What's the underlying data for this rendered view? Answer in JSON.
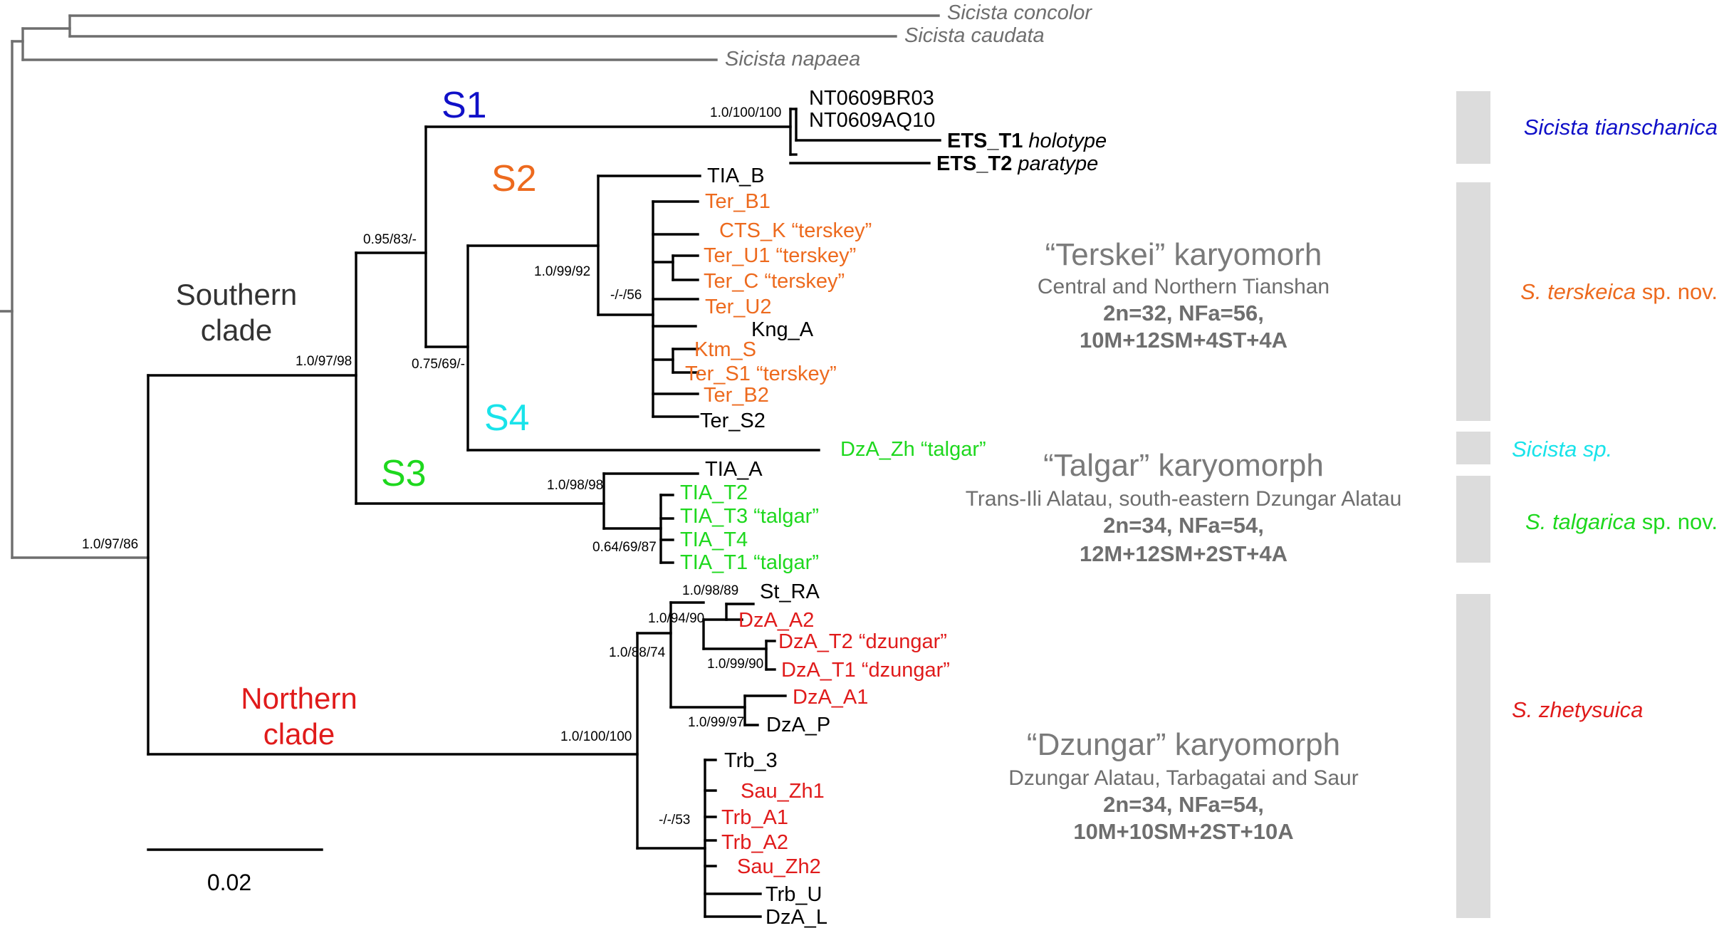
{
  "colors": {
    "black": "#000000",
    "grey": "#6e6e6e",
    "blue": "#1010c8",
    "orange": "#ed6a1e",
    "green": "#1ed81e",
    "cyan": "#19e3ea",
    "red": "#e01b1b"
  },
  "outgroups": [
    "Sicista concolor",
    "Sicista caudata",
    "Sicista napaea"
  ],
  "clades": {
    "southern": [
      "Southern",
      "clade"
    ],
    "northern": [
      "Northern",
      "clade"
    ]
  },
  "groups": {
    "s1": "S1",
    "s2": "S2",
    "s3": "S3",
    "s4": "S4"
  },
  "leaves": {
    "nt1": "NT0609BR03",
    "nt2": "NT0609AQ10",
    "ets1_id": "ETS_T1",
    "ets1_note": " holotype",
    "ets2_id": "ETS_T2",
    "ets2_note": " paratype",
    "tia_b": "TIA_B",
    "ter_b1": "Ter_B1",
    "cts_k": "CTS_K “terskey”",
    "ter_u1": "Ter_U1 “terskey”",
    "ter_c": "Ter_C “terskey”",
    "ter_u2": "Ter_U2",
    "kng_a": "Kng_A",
    "ktm_s": "Ktm_S",
    "ter_s1": "Ter_S1 “terskey”",
    "ter_b2": "Ter_B2",
    "ter_s2": "Ter_S2",
    "dza_zh": "DzA_Zh “talgar”",
    "tia_a": "TIA_A",
    "tia_t2": "TIA_T2",
    "tia_t3": "TIA_T3 “talgar”",
    "tia_t4": "TIA_T4",
    "tia_t1": "TIA_T1 “talgar”",
    "st_ra": "St_RA",
    "dza_a2": "DzA_A2",
    "dza_t2": "DzA_T2 “dzungar”",
    "dza_t1": "DzA_T1 “dzungar”",
    "dza_a1": "DzA_A1",
    "dza_p": "DzA_P",
    "trb_3": "Trb_3",
    "sau_zh1": "Sau_Zh1",
    "trb_a1": "Trb_A1",
    "trb_a2": "Trb_A2",
    "sau_zh2": "Sau_Zh2",
    "trb_u": "Trb_U",
    "dza_l": "DzA_L"
  },
  "support": {
    "root_split": "1.0/97/86",
    "southern": "1.0/97/98",
    "s1_node": "0.95/83/-",
    "s1_tips": "1.0/100/100",
    "s2_s4": "0.75/69/-",
    "s2": "1.0/99/92",
    "ter_inner": "-/-/56",
    "s3": "1.0/98/98",
    "talgar_inner": "0.64/69/87",
    "northern": "1.0/100/100",
    "dz_a": "1.0/88/74",
    "dz_b": "1.0/94/90",
    "dz_c": "1.0/98/89",
    "dz_t": "1.0/99/90",
    "dz_a1": "1.0/99/97",
    "trb": "-/-/53"
  },
  "karyomorphs": [
    {
      "title": "“Terskei” karyomorh",
      "region": "Central and Northern Tianshan",
      "formula1": "2n=32, NFa=56,",
      "formula2": "10M+12SM+4ST+4A"
    },
    {
      "title": "“Talgar” karyomorph",
      "region": "Trans-Ili Alatau, south-eastern Dzungar Alatau",
      "formula1": "2n=34, NFa=54,",
      "formula2": "12M+12SM+2ST+4A"
    },
    {
      "title": "“Dzungar” karyomorph",
      "region": "Dzungar Alatau, Tarbagatai and Saur",
      "formula1": "2n=34, NFa=54,",
      "formula2": "10M+10SM+2ST+10A"
    }
  ],
  "species": {
    "tianschanica": "Sicista tianschanica",
    "terskeica": "S. terskeica",
    "terskeica_suffix": " sp. nov.",
    "sp": "Sicista sp.",
    "talgarica": "S. talgarica",
    "talgarica_suffix": " sp. nov.",
    "zhetysuica": "S. zhetysuica"
  },
  "scale_bar": "0.02"
}
